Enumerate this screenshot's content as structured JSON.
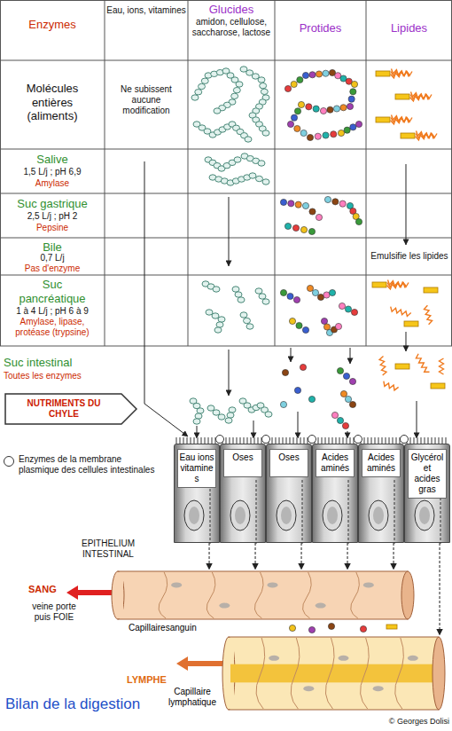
{
  "diagram": {
    "title": "Bilan de la digestion",
    "nodes": [
      {
        "text": [
          "NUTRIMENTS DU CHYLE"
        ]
      },
      {
        "text": [
          "Eau ions vitamines"
        ]
      },
      {
        "text": [
          "Oses"
        ]
      },
      {
        "text": [
          "Oses"
        ]
      },
      {
        "text": [
          "Acides aminés"
        ]
      },
      {
        "text": [
          "Acides aminés"
        ]
      },
      {
        "text": [
          "Glycérol et acides gras"
        ]
      },
      {
        "text": [
          "Capillairesanguin"
        ]
      },
      {
        "text": [
          "Capillaire lymphatique"
        ]
      }
    ],
    "edges": [
      {
        "from": 1,
        "to": 7,
        "arrow": "to"
      },
      {
        "from": 2,
        "to": 7,
        "arrow": "to"
      },
      {
        "from": 3,
        "to": 7,
        "arrow": "to"
      },
      {
        "from": 4,
        "to": 7,
        "arrow": "to"
      },
      {
        "from": 5,
        "to": 7,
        "arrow": "to"
      },
      {
        "from": 6,
        "to": 8,
        "arrow": "to"
      }
    ],
    "labels": [
      "Enzymes",
      "Eau, ions, vitamines",
      "Glucides",
      "amidon, cellulose, saccharose, lactose",
      "Protides",
      "Lipides",
      "Molécules entières (aliments)",
      "Ne subissent aucune modification",
      "Salive",
      "1,5 L/j ; pH 6,9",
      "Amylase",
      "Suc gastrique",
      "2,5 L/j ; pH 2",
      "Pepsine",
      "Bile",
      "0,7 L/j",
      "Pas d'enzyme",
      "Emulsifie les lipides",
      "Suc pancréatique",
      "1 à 4 L/j ; pH 6 à 9",
      "Amylase, lipase, protéase (trypsine)",
      "Suc intestinal",
      "Toutes les enzymes",
      "EPITHELIUM INTESTINAL",
      "SANG",
      "veine porte puis FOIE",
      "LYMPHE",
      "© Georges Dolisi"
    ],
    "legend": [
      {
        "text": "Enzymes de la membrane plasmique des cellules intestinales"
      }
    ]
  }
}
